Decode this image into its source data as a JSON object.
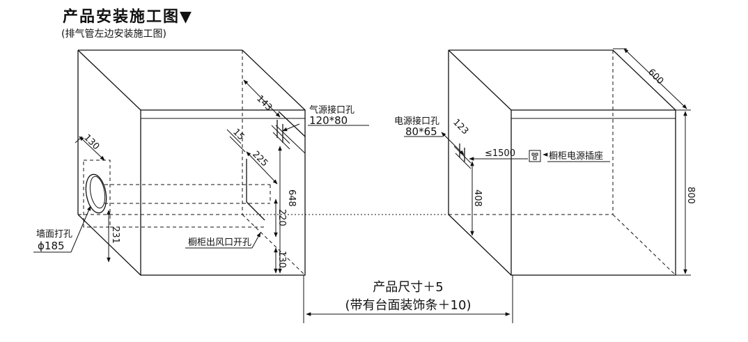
{
  "header": {
    "title": "产品安装施工图",
    "title_marker": "▼",
    "subtitle": "(排气管左边安装施工图)"
  },
  "left_box": {
    "dim_143": "143",
    "dim_130_top": "130",
    "dim_15": "15",
    "dim_225": "225",
    "dim_648": "648",
    "dim_220": "220",
    "dim_130_bottom": "130",
    "dim_231": "231",
    "gas_label": "气源接口孔",
    "gas_size": "120*80",
    "wall_label": "墙面打孔",
    "wall_size": "ϕ185",
    "vent_label": "橱柜出风口开孔"
  },
  "right_box": {
    "dim_600": "600",
    "dim_800": "800",
    "dim_123": "123",
    "dim_408": "408",
    "power_label": "电源接口孔",
    "power_size": "80*65",
    "distance": "≤1500",
    "socket_label": "橱柜电源插座"
  },
  "bottom": {
    "product_size": "产品尺寸＋5",
    "with_trim": "(带有台面装饰条＋10)"
  }
}
